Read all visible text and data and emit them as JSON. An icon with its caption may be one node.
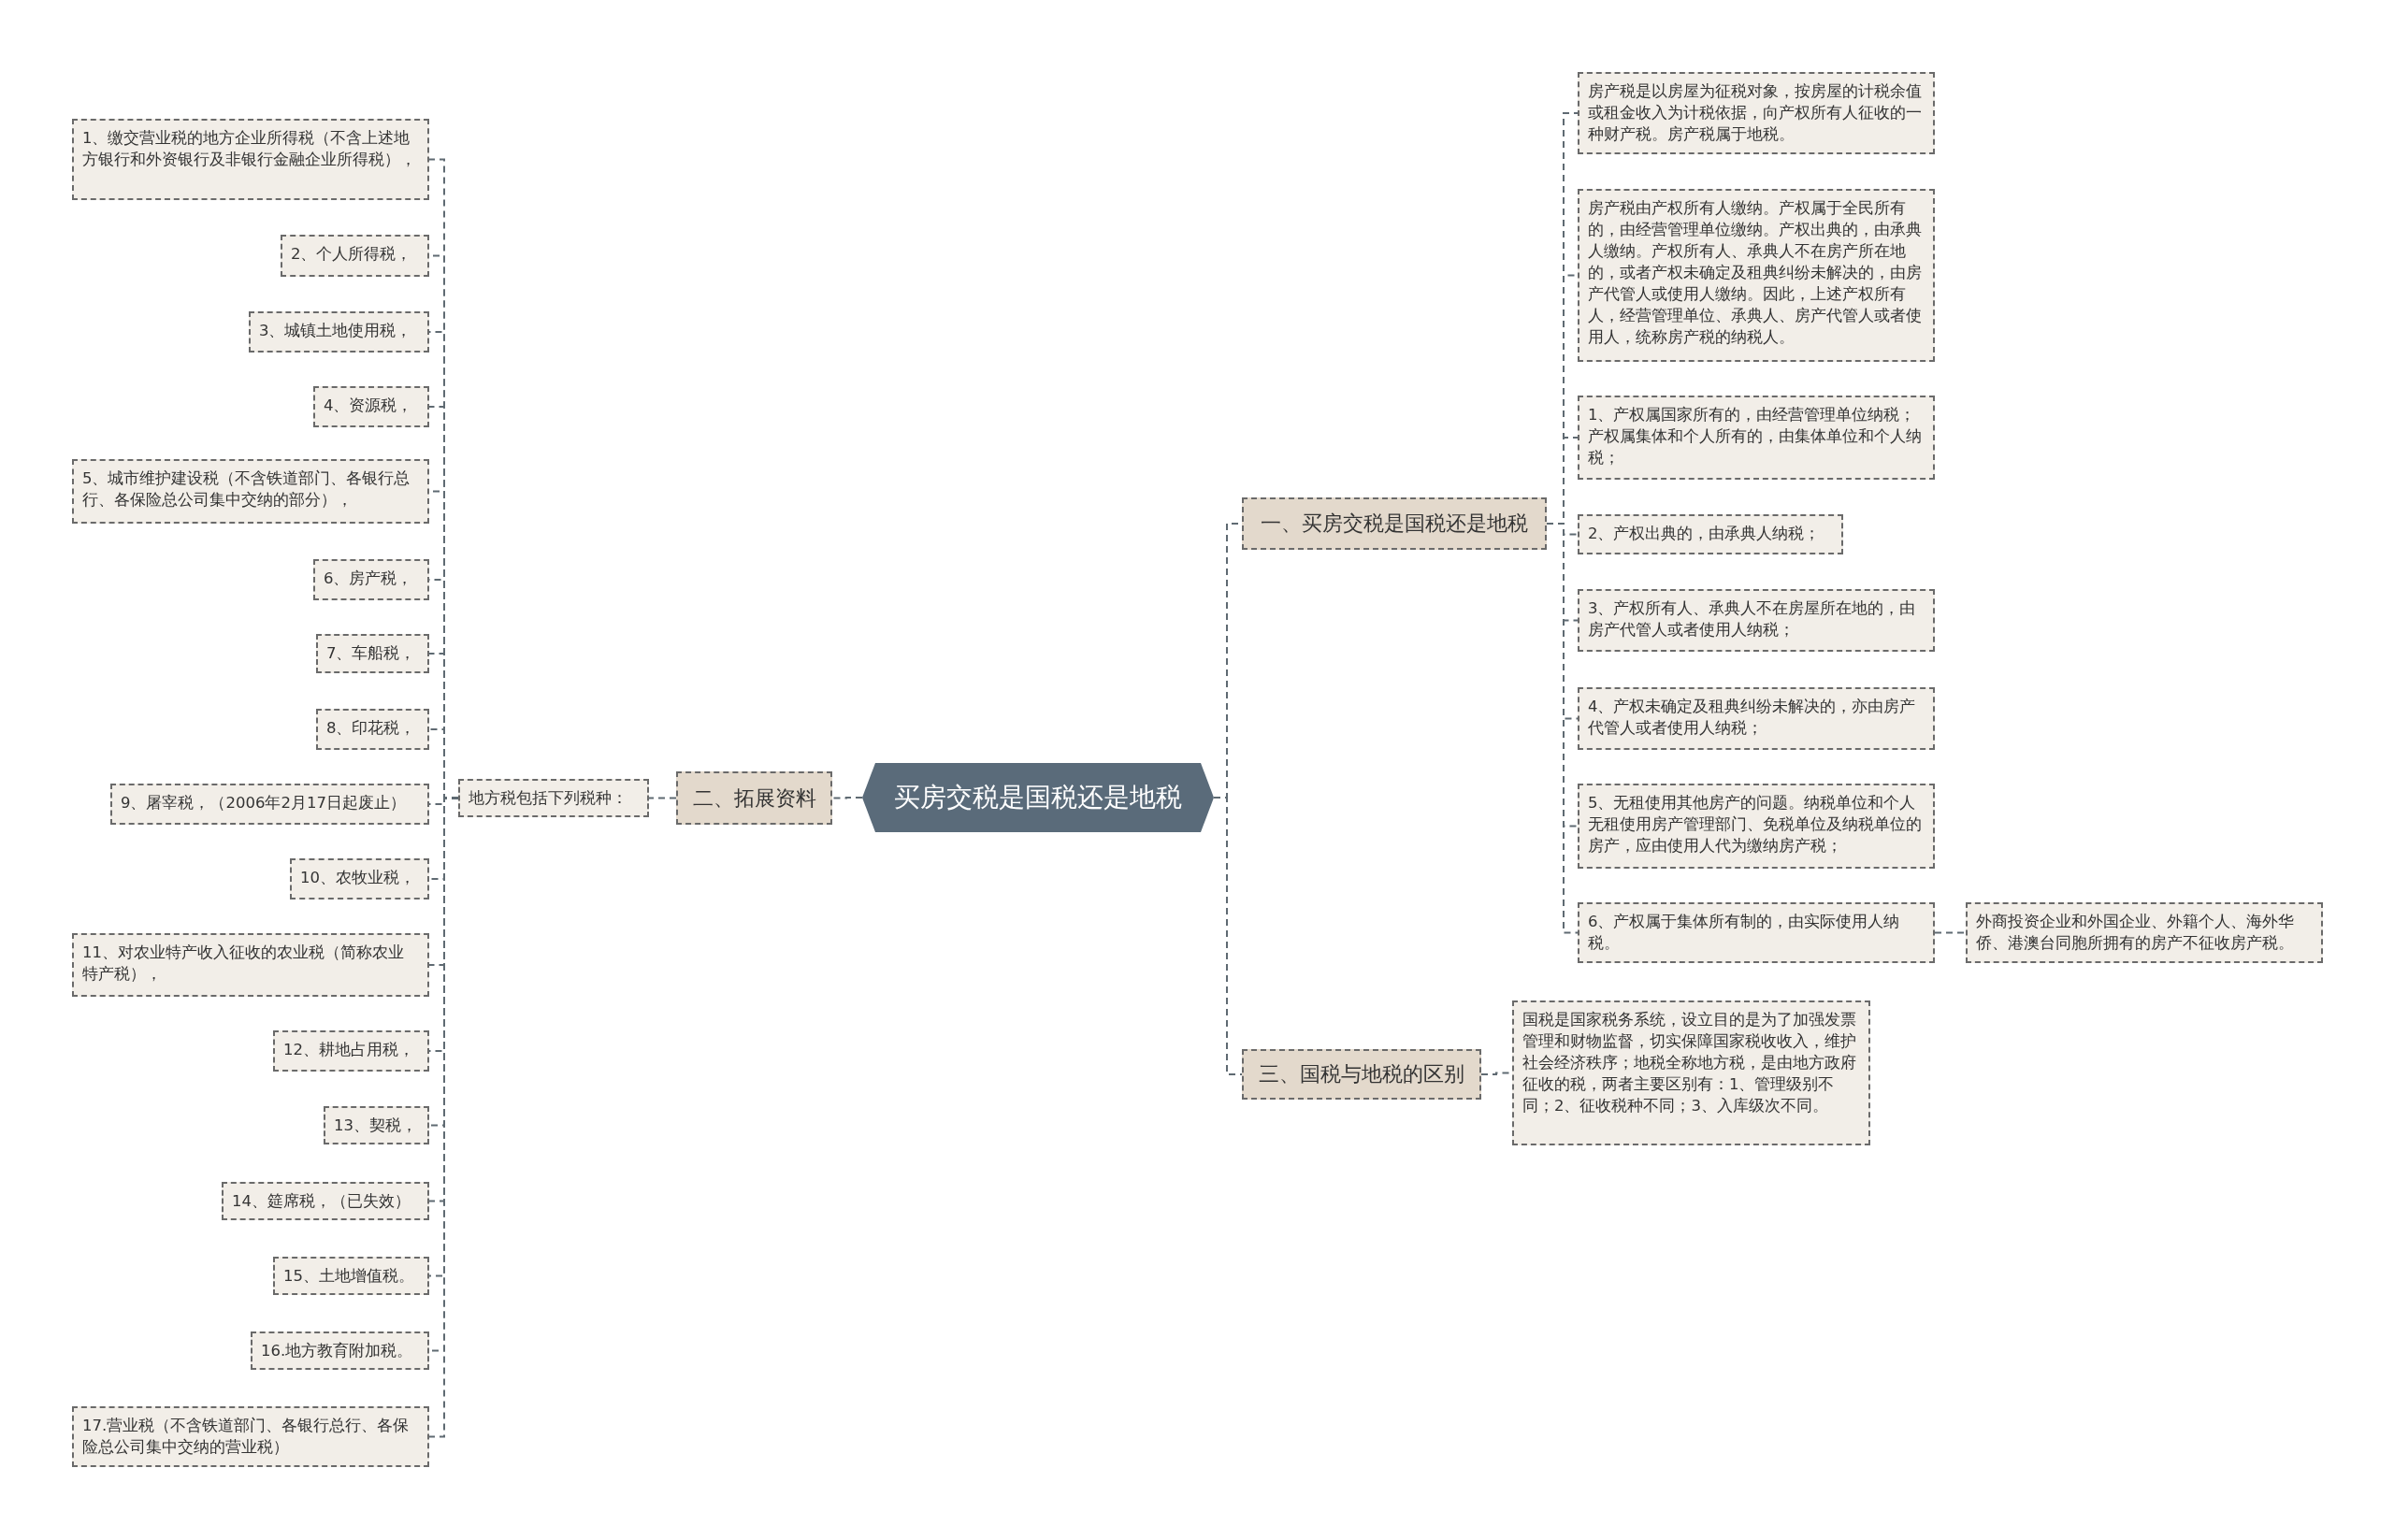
{
  "diagram": {
    "nodes": [
      {
        "text": [
          "买房交税是国税还是地税"
        ]
      },
      {
        "text": [
          "一、买房交税是国税还是地税"
        ]
      },
      {
        "text": [
          "二、拓展资料"
        ]
      },
      {
        "text": [
          "三、国税与地税的区别"
        ]
      },
      {
        "text": [
          "房产税是以房屋为征税对象，按房屋的计税余值或租金收入为计税依据，向产权所有人征收的一种财产税。房产税属于地税。"
        ]
      },
      {
        "text": [
          "房产税由产权所有人缴纳。产权属于全民所有的，由经营管理单位缴纳。产权出典的，由承典人缴纳。产权所有人、承典人不在房产所在地的，或者产权未确定及租典纠纷未解决的，由房产代管人或使用人缴纳。因此，上述产权所有人，经营管理单位、承典人、房产代管人或者使用人，统称房产税的纳税人。"
        ]
      },
      {
        "text": [
          "1、产权属国家所有的，由经营管理单位纳税；产权属集体和个人所有的，由集体单位和个人纳税；"
        ]
      },
      {
        "text": [
          "2、产权出典的，由承典人纳税；"
        ]
      },
      {
        "text": [
          "3、产权所有人、承典人不在房屋所在地的，由房产代管人或者使用人纳税；"
        ]
      },
      {
        "text": [
          "4、产权未确定及租典纠纷未解决的，亦由房产代管人或者使用人纳税；"
        ]
      },
      {
        "text": [
          "5、无租使用其他房产的问题。纳税单位和个人无租使用房产管理部门、免税单位及纳税单位的房产，应由使用人代为缴纳房产税；"
        ]
      },
      {
        "text": [
          "6、产权属于集体所有制的，由实际使用人纳税。"
        ]
      },
      {
        "text": [
          "外商投资企业和外国企业、外籍个人、海外华侨、港澳台同胞所拥有的房产不征收房产税。"
        ]
      },
      {
        "text": [
          "地方税包括下列税种："
        ]
      },
      {
        "text": [
          "1、缴交营业税的地方企业所得税（不含上述地方银行和外资银行及非银行金融企业所得税），"
        ]
      },
      {
        "text": [
          "2、个人所得税，"
        ]
      },
      {
        "text": [
          "3、城镇土地使用税，"
        ]
      },
      {
        "text": [
          "4、资源税，"
        ]
      },
      {
        "text": [
          "5、城市维护建设税（不含铁道部门、各银行总行、各保险总公司集中交纳的部分），"
        ]
      },
      {
        "text": [
          "6、房产税，"
        ]
      },
      {
        "text": [
          "7、车船税，"
        ]
      },
      {
        "text": [
          "8、印花税，"
        ]
      },
      {
        "text": [
          "9、屠宰税，（2006年2月17日起废止）"
        ]
      },
      {
        "text": [
          "10、农牧业税，"
        ]
      },
      {
        "text": [
          "11、对农业特产收入征收的农业税（简称农业特产税），"
        ]
      },
      {
        "text": [
          "12、耕地占用税，"
        ]
      },
      {
        "text": [
          "13、契税，"
        ]
      },
      {
        "text": [
          "14、筵席税，（已失效）"
        ]
      },
      {
        "text": [
          "15、土地增值税。"
        ]
      },
      {
        "text": [
          "16.地方教育附加税。"
        ]
      },
      {
        "text": [
          "17.营业税（不含铁道部门、各银行总行、各保险总公司集中交纳的营业税）"
        ]
      },
      {
        "text": [
          "国税是国家税务系统，设立目的是为了加强发票管理和财物监督，切实保障国家税收收入，维护社会经济秩序；地税全称地方税，是由地方政府征收的税，两者主要区别有：1、管理级别不同；2、征收税种不同；3、入库级次不同。"
        ]
      }
    ],
    "edges": [
      {
        "from": 0,
        "to": 1,
        "arrow": "none"
      },
      {
        "from": 0,
        "to": 2,
        "arrow": "none"
      },
      {
        "from": 0,
        "to": 3,
        "arrow": "none"
      },
      {
        "from": 1,
        "to": 4,
        "arrow": "none"
      },
      {
        "from": 1,
        "to": 5,
        "arrow": "none"
      },
      {
        "from": 1,
        "to": 6,
        "arrow": "none"
      },
      {
        "from": 1,
        "to": 7,
        "arrow": "none"
      },
      {
        "from": 1,
        "to": 8,
        "arrow": "none"
      },
      {
        "from": 1,
        "to": 9,
        "arrow": "none"
      },
      {
        "from": 1,
        "to": 10,
        "arrow": "none"
      },
      {
        "from": 1,
        "to": 11,
        "arrow": "none"
      },
      {
        "from": 11,
        "to": 12,
        "arrow": "none"
      },
      {
        "from": 2,
        "to": 13,
        "arrow": "none"
      },
      {
        "from": 13,
        "to": 14,
        "arrow": "none"
      },
      {
        "from": 13,
        "to": 15,
        "arrow": "none"
      },
      {
        "from": 13,
        "to": 16,
        "arrow": "none"
      },
      {
        "from": 13,
        "to": 17,
        "arrow": "none"
      },
      {
        "from": 13,
        "to": 18,
        "arrow": "none"
      },
      {
        "from": 13,
        "to": 19,
        "arrow": "none"
      },
      {
        "from": 13,
        "to": 20,
        "arrow": "none"
      },
      {
        "from": 13,
        "to": 21,
        "arrow": "none"
      },
      {
        "from": 13,
        "to": 22,
        "arrow": "none"
      },
      {
        "from": 13,
        "to": 23,
        "arrow": "none"
      },
      {
        "from": 13,
        "to": 24,
        "arrow": "none"
      },
      {
        "from": 13,
        "to": 25,
        "arrow": "none"
      },
      {
        "from": 13,
        "to": 26,
        "arrow": "none"
      },
      {
        "from": 13,
        "to": 27,
        "arrow": "none"
      },
      {
        "from": 13,
        "to": 28,
        "arrow": "none"
      },
      {
        "from": 13,
        "to": 29,
        "arrow": "none"
      },
      {
        "from": 13,
        "to": 30,
        "arrow": "none"
      },
      {
        "from": 3,
        "to": 31,
        "arrow": "none"
      }
    ]
  }
}
